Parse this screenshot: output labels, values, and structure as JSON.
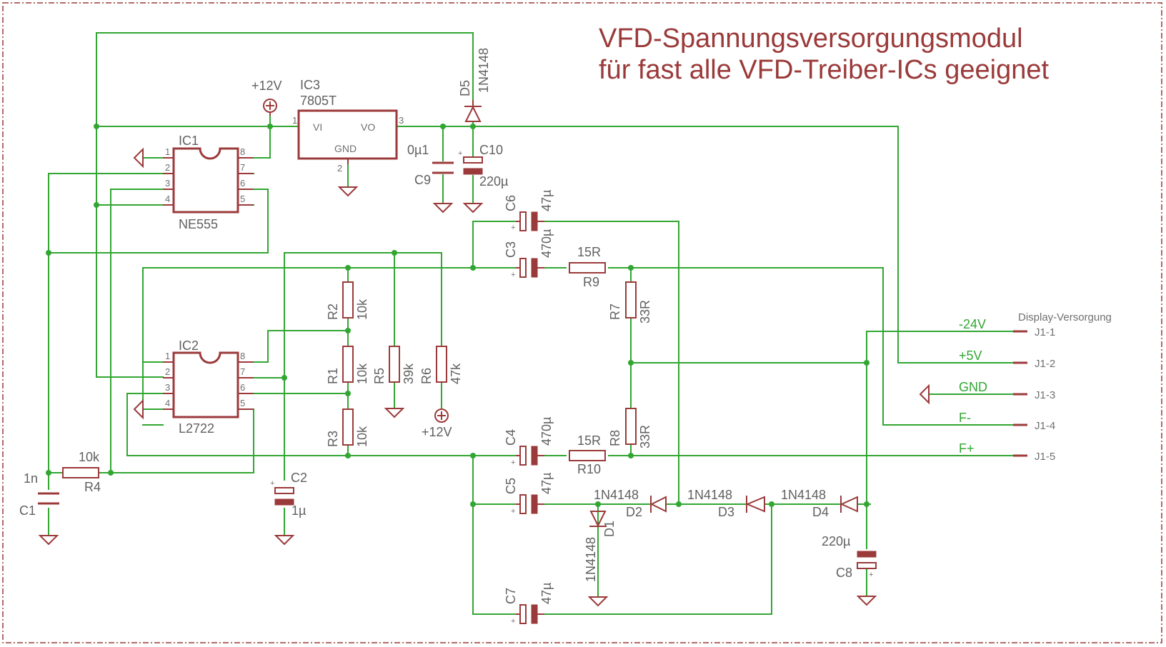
{
  "title": {
    "line1": "VFD-Spannungsversorgungsmodul",
    "line2": "für fast alle VFD-Treiber-ICs geeignet"
  },
  "ic1": {
    "name": "IC1",
    "type": "NE555",
    "pins": [
      "1",
      "2",
      "3",
      "4",
      "8",
      "7",
      "6",
      "5"
    ]
  },
  "ic2": {
    "name": "IC2",
    "type": "L2722",
    "pins": [
      "1",
      "2",
      "3",
      "4",
      "8",
      "7",
      "6",
      "5"
    ]
  },
  "ic3": {
    "name": "IC3",
    "type": "7805T",
    "vi": "VI",
    "vo": "VO",
    "gnd": "GND",
    "pin_in": "1",
    "pin_out": "3",
    "pin_gnd": "2"
  },
  "supply": {
    "top": "+12V",
    "bottom": "+12V"
  },
  "components": {
    "d5_name": "D5",
    "d5_val": "1N4148",
    "c10_name": "C10",
    "c10_val": "220µ",
    "c9_name": "C9",
    "c9_val": "0µ1",
    "c6_name": "C6",
    "c6_val": "47µ",
    "c3_name": "C3",
    "c3_val": "470µ",
    "r9_name": "R9",
    "r9_val": "15R",
    "r7_name": "R7",
    "r7_val": "33R",
    "r8_name": "R8",
    "r8_val": "33R",
    "r2_name": "R2",
    "r2_val": "10k",
    "r1_name": "R1",
    "r1_val": "10k",
    "r3_name": "R3",
    "r3_val": "10k",
    "r5_name": "R5",
    "r5_val": "39k",
    "r6_name": "R6",
    "r6_val": "47k",
    "c4_name": "C4",
    "c4_val": "470µ",
    "r10_name": "R10",
    "r10_val": "15R",
    "c5_name": "C5",
    "c5_val": "47µ",
    "c7_name": "C7",
    "c7_val": "47µ",
    "d1_name": "D1",
    "d1_val": "1N4148",
    "d2_name": "D2",
    "d2_val": "1N4148",
    "d3_name": "D3",
    "d3_val": "1N4148",
    "d4_name": "D4",
    "d4_val": "1N4148",
    "c8_name": "C8",
    "c8_val": "220µ",
    "c2_name": "C2",
    "c2_val": "1µ",
    "c1_name": "C1",
    "c1_val": "1n",
    "r4_name": "R4",
    "r4_val": "10k"
  },
  "connector": {
    "title": "Display-Versorgung",
    "pins": [
      {
        "name": "J1-1",
        "signal": "-24V"
      },
      {
        "name": "J1-2",
        "signal": "+5V"
      },
      {
        "name": "J1-3",
        "signal": "GND"
      },
      {
        "name": "J1-4",
        "signal": "F-"
      },
      {
        "name": "J1-5",
        "signal": "F+"
      }
    ]
  },
  "colors": {
    "wire": "#32a632",
    "part": "#9b3a3a",
    "label": "#606060",
    "frame": "#9b3a3a"
  }
}
